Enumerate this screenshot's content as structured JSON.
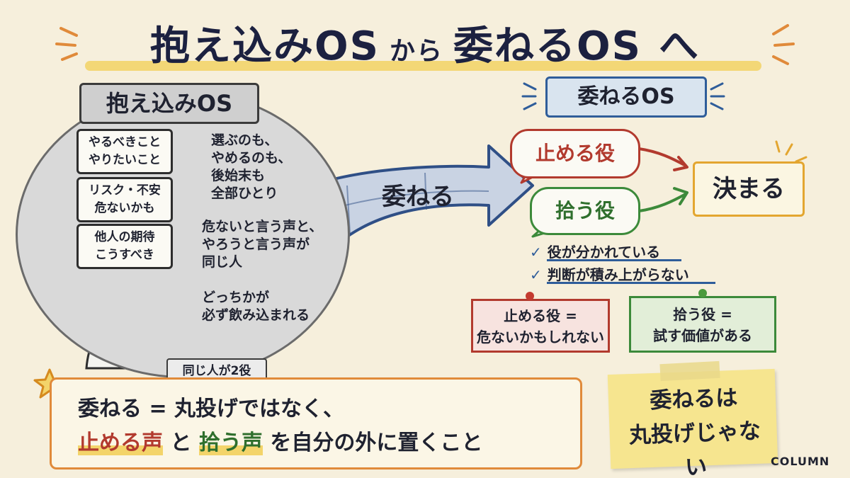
{
  "title": {
    "part1": "抱え込みOS",
    "connector": "から",
    "part2": "委ねるOS",
    "end": "へ"
  },
  "left": {
    "label": "抱え込みOS",
    "cards": [
      "やるべきこと\nやりたいこと",
      "リスク・不安\n危ないかも",
      "他人の期待\nこうすべき"
    ],
    "text1": "選ぶのも、\nやめるのも、\n後始末も\n全部ひとり",
    "text2": "危ないと言う声と、\nやろうと言う声が\n同じ人",
    "text3": "どっちかが\n必ず飲み込まれる",
    "badge": "同じ人が2役"
  },
  "arrow": {
    "label": "委ねる"
  },
  "right": {
    "label": "委ねるOS",
    "stop_role": "止める役",
    "pick_role": "拾う役",
    "decide": "決まる",
    "checks": [
      "役が分かれている",
      "判断が積み上がらない"
    ],
    "note_stop": "止める役 =\n危ないかもしれない",
    "note_pick": "拾う役 =\n試す価値がある"
  },
  "bottom": {
    "line1": "委ねる = 丸投げではなく、",
    "line2_a": "止める声",
    "line2_b": "と",
    "line2_c": "拾う声",
    "line2_d": "を自分の外に置くこと"
  },
  "sticky": {
    "line1": "委ねるは",
    "line2": "丸投げじゃない"
  },
  "footer": {
    "column": "COLUMN"
  },
  "colors": {
    "background": "#f6efdc",
    "title_highlight": "#f3d46a",
    "stop_red": "#b23a2e",
    "pick_green": "#3c8a3a",
    "os_blue": "#2f5d9a",
    "decide_orange": "#e3a630",
    "bottom_border": "#e08a3a"
  },
  "icons": [
    "star-icon",
    "check-icon",
    "pin-icon",
    "heart-icon",
    "person-illustration",
    "swirl-icon"
  ]
}
